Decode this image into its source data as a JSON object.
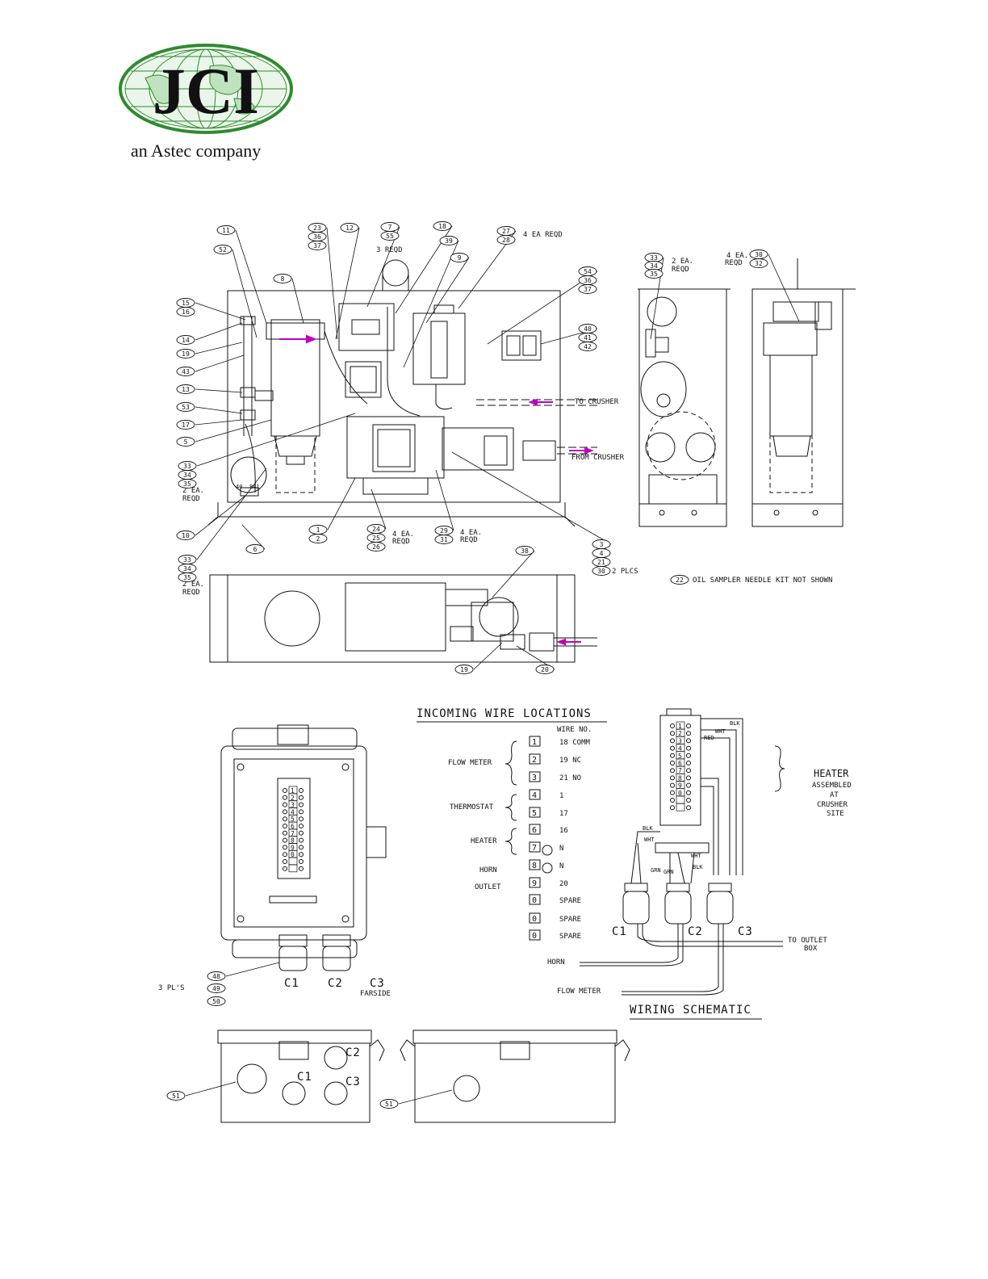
{
  "logo": {
    "letters": "JCI",
    "tagline": "an Astec company",
    "globe_color": "#2e8b2e"
  },
  "colors": {
    "line": "#111111",
    "arrow": "#c000c0"
  },
  "main_callouts": [
    {
      "id": "c11",
      "t": "11"
    },
    {
      "id": "c52",
      "t": "52"
    },
    {
      "id": "c23",
      "t": "23"
    },
    {
      "id": "c36a",
      "t": "36"
    },
    {
      "id": "c37a",
      "t": "37"
    },
    {
      "id": "c12",
      "t": "12"
    },
    {
      "id": "c7",
      "t": "7"
    },
    {
      "id": "c55",
      "t": "55"
    },
    {
      "id": "c18",
      "t": "18"
    },
    {
      "id": "c39",
      "t": "39"
    },
    {
      "id": "c9",
      "t": "9"
    },
    {
      "id": "c27",
      "t": "27"
    },
    {
      "id": "c28",
      "t": "28"
    },
    {
      "id": "c54",
      "t": "54"
    },
    {
      "id": "c36b",
      "t": "36"
    },
    {
      "id": "c37b",
      "t": "37"
    },
    {
      "id": "c8",
      "t": "8"
    },
    {
      "id": "c15",
      "t": "15"
    },
    {
      "id": "c16",
      "t": "16"
    },
    {
      "id": "c14",
      "t": "14"
    },
    {
      "id": "c19",
      "t": "19"
    },
    {
      "id": "c43",
      "t": "43"
    },
    {
      "id": "c13",
      "t": "13"
    },
    {
      "id": "c53",
      "t": "53"
    },
    {
      "id": "c17",
      "t": "17"
    },
    {
      "id": "c5",
      "t": "5"
    },
    {
      "id": "c33a",
      "t": "33"
    },
    {
      "id": "c34a",
      "t": "34"
    },
    {
      "id": "c35a",
      "t": "35"
    },
    {
      "id": "c10",
      "t": "10"
    },
    {
      "id": "c6",
      "t": "6"
    },
    {
      "id": "c33b",
      "t": "33"
    },
    {
      "id": "c34b",
      "t": "34"
    },
    {
      "id": "c35b",
      "t": "35"
    },
    {
      "id": "c1",
      "t": "1"
    },
    {
      "id": "c2",
      "t": "2"
    },
    {
      "id": "c24",
      "t": "24"
    },
    {
      "id": "c25",
      "t": "25"
    },
    {
      "id": "c26",
      "t": "26"
    },
    {
      "id": "c29",
      "t": "29"
    },
    {
      "id": "c31",
      "t": "31"
    },
    {
      "id": "c3",
      "t": "3"
    },
    {
      "id": "c4",
      "t": "4"
    },
    {
      "id": "c21",
      "t": "21"
    },
    {
      "id": "c30",
      "t": "30"
    },
    {
      "id": "c40",
      "t": "40"
    },
    {
      "id": "c41",
      "t": "41"
    },
    {
      "id": "c42",
      "t": "42"
    },
    {
      "id": "c38",
      "t": "38"
    },
    {
      "id": "c19b",
      "t": "19"
    },
    {
      "id": "c20",
      "t": "20"
    },
    {
      "id": "c22",
      "t": "22"
    },
    {
      "id": "c33c",
      "t": "33"
    },
    {
      "id": "c34c",
      "t": "34"
    },
    {
      "id": "c35c",
      "t": "35"
    },
    {
      "id": "c30b",
      "t": "30"
    },
    {
      "id": "c32",
      "t": "32"
    },
    {
      "id": "c48",
      "t": "48"
    },
    {
      "id": "c49",
      "t": "49"
    },
    {
      "id": "c50",
      "t": "50"
    },
    {
      "id": "c51a",
      "t": "51"
    },
    {
      "id": "c51b",
      "t": "51"
    }
  ],
  "notes": {
    "regd3": "3 REQD",
    "ea4": "4 EA REQD",
    "ea2a": "2 EA.",
    "reqd_a": "REQD",
    "ea2b": "2 EA.",
    "reqd_b": "REQD",
    "ea4b": "4 EA.",
    "reqd_c": "REQD",
    "ea4c": "4 EA.",
    "reqd_d": "REQD",
    "plcs2": "2 PLCS",
    "ea2c": "2 EA.",
    "reqd_e": "REQD",
    "ea4d": "4 EA.",
    "reqd_f": "REQD",
    "to_crusher": "TO CRUSHER",
    "from_crusher": "FROM CRUSHER",
    "kit": "OIL SAMPLER NEEDLE KIT NOT SHOWN",
    "small40": "40",
    "small41": "841",
    "pls3": "3 PL'S",
    "c1": "C1",
    "c2": "C2",
    "c3": "C3",
    "farside": "FARSIDE"
  },
  "incoming": {
    "title": "INCOMING WIRE LOCATIONS",
    "wire_no": "WIRE NO.",
    "groups": [
      {
        "label": "FLOW METER"
      },
      {
        "label": "THERMOSTAT"
      },
      {
        "label": "HEATER"
      },
      {
        "label": "HORN"
      },
      {
        "label": "OUTLET"
      }
    ],
    "rows": [
      {
        "term": "1",
        "wire": "18 COMM"
      },
      {
        "term": "2",
        "wire": "19  NC"
      },
      {
        "term": "3",
        "wire": "21  NO"
      },
      {
        "term": "4",
        "wire": "1"
      },
      {
        "term": "5",
        "wire": "17"
      },
      {
        "term": "6",
        "wire": "16"
      },
      {
        "term": "7",
        "wire": "N"
      },
      {
        "term": "8",
        "wire": "N"
      },
      {
        "term": "9",
        "wire": "20"
      },
      {
        "term": "0",
        "wire": "SPARE"
      },
      {
        "term": "0",
        "wire": "SPARE"
      },
      {
        "term": "0",
        "wire": "SPARE"
      }
    ]
  },
  "schematic": {
    "title": "WIRING SCHEMATIC",
    "heater": [
      "HEATER",
      "ASSEMBLED",
      "AT",
      "CRUSHER",
      "SITE"
    ],
    "wires": {
      "blk1": "BLK",
      "wht1": "WHT",
      "red": "RED",
      "blk2": "BLK",
      "wht2": "WHT",
      "grn1": "GRN",
      "grn2": "GRN",
      "wht3": "WHT",
      "blk3": "BLK"
    },
    "c1": "C1",
    "c2": "C2",
    "c3": "C3",
    "to_outlet": [
      "TO OUTLET",
      "BOX"
    ],
    "horn": "HORN",
    "flow_meter": "FLOW METER",
    "strip_numbers": [
      "1",
      "2",
      "3",
      "4",
      "5",
      "6",
      "7",
      "8",
      "9",
      "0",
      "",
      ""
    ]
  },
  "box_strip_numbers": [
    "1",
    "2",
    "3",
    "4",
    "5",
    "6",
    "7",
    "8",
    "9",
    "0",
    "",
    ""
  ],
  "side_views": {
    "c1": "C1",
    "c2": "C2",
    "c3": "C3"
  }
}
